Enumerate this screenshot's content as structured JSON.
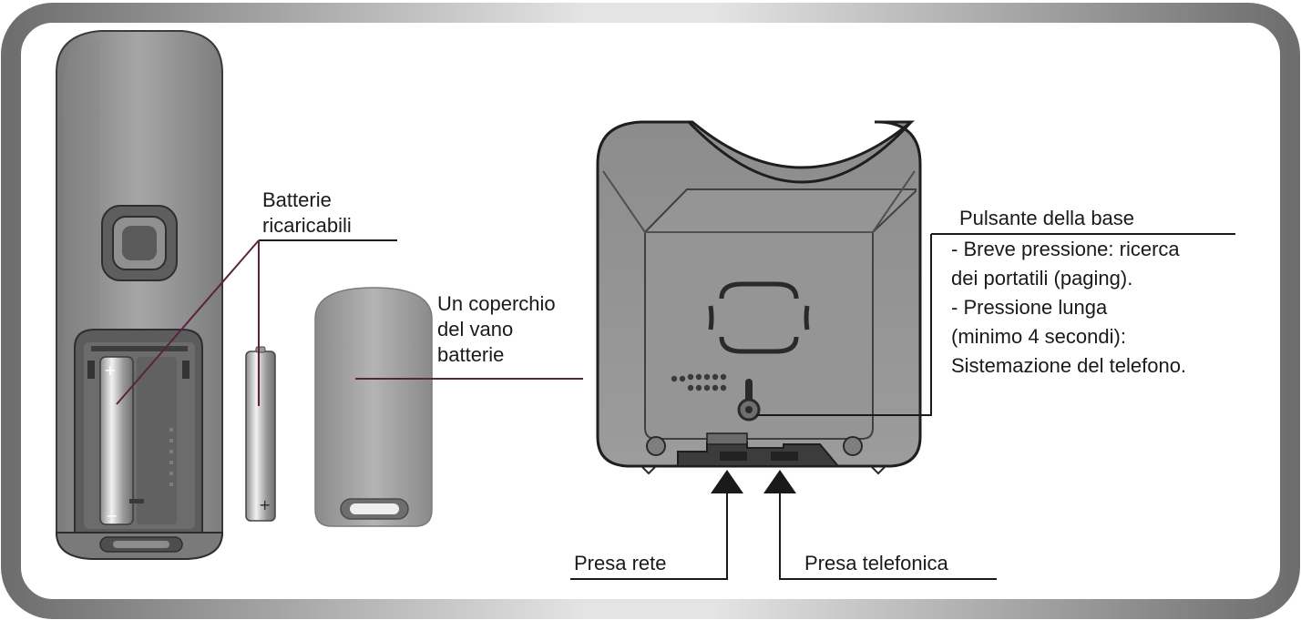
{
  "labels": {
    "batterie": [
      "Batterie",
      "ricaricabili"
    ],
    "coperchio": [
      "Un coperchio",
      "del vano",
      "batterie"
    ],
    "pulsante_title": "Pulsante della base",
    "pulsante_lines": [
      "- Breve pressione: ricerca",
      "dei portatili (paging).",
      "- Pressione lunga",
      "(minimo 4 secondi):",
      "Sistemazione del telefono."
    ],
    "presa_rete": "Presa rete",
    "presa_telefonica": "Presa telefonica"
  },
  "colors": {
    "frame": "#8a8a8a",
    "device_body": "#8e8e8e",
    "device_dark": "#6e6e6e",
    "leader_line": "#5a2340",
    "text": "#1a1a1a"
  },
  "icons": [
    "handset-back",
    "battery-cell",
    "battery-cover",
    "base-station-bottom",
    "arrow-up"
  ]
}
